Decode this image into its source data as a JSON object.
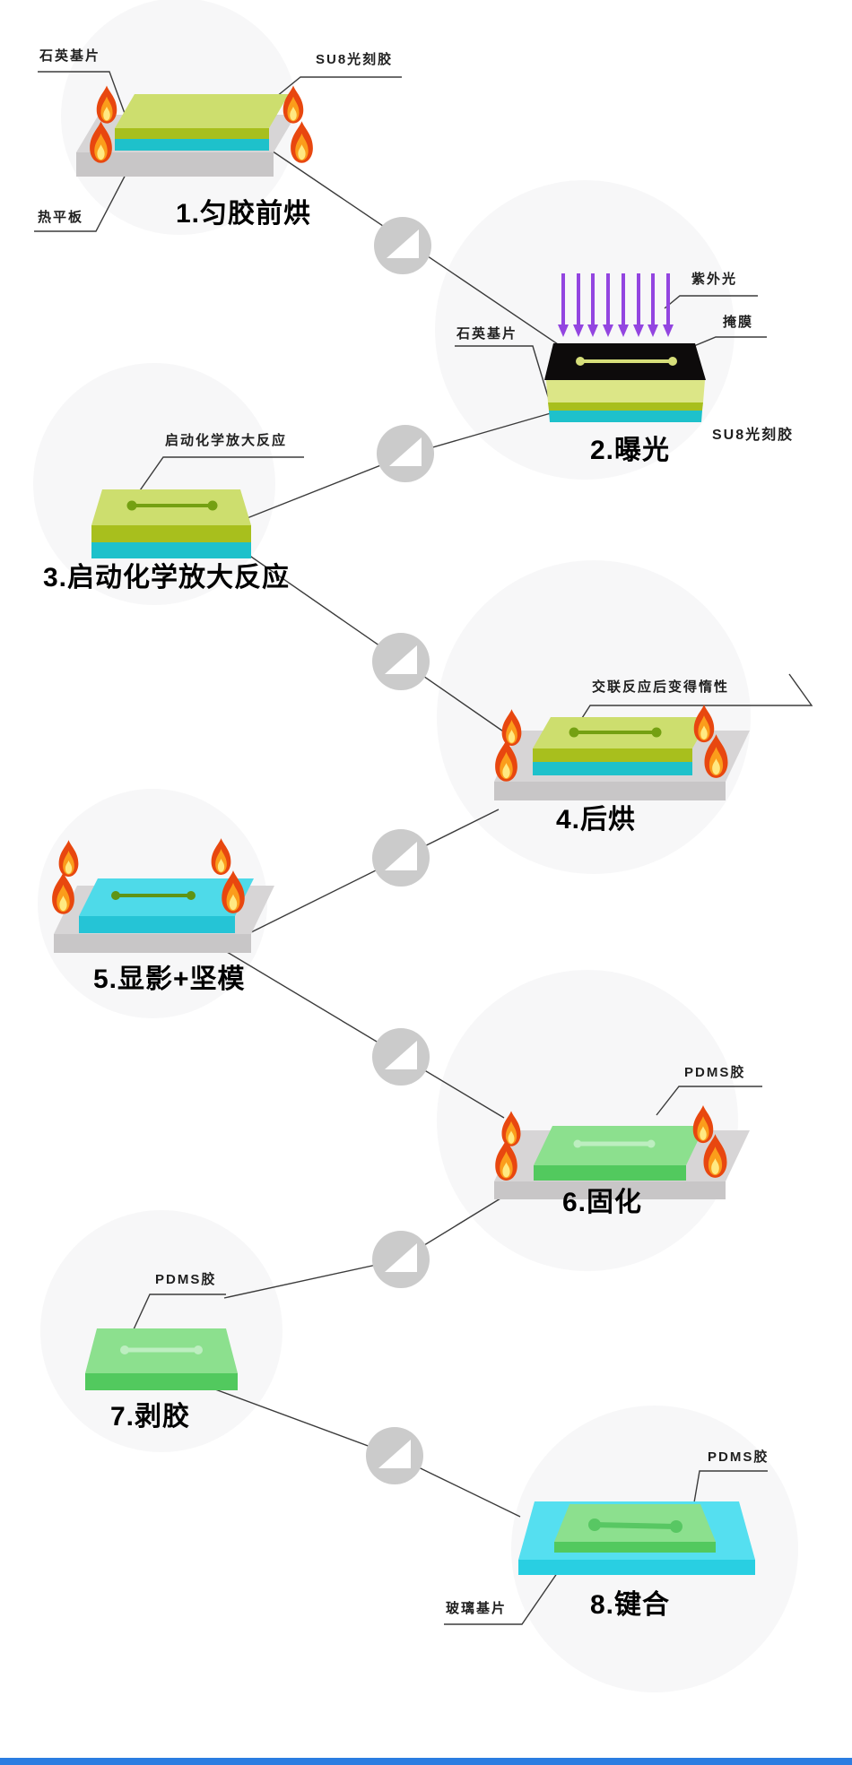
{
  "page": {
    "background": "#ffffff",
    "bottom_bar_color": "#2b7de1"
  },
  "colors": {
    "step_circle": "#f7f7f8",
    "connector_circle": "#cbcbcb",
    "connector_triangle": "#ffffff",
    "connector_triangle_edge": "#c5ecee",
    "line": "#3b3b3b",
    "plate_top": "#d7d5d6",
    "plate_front": "#c8c6c7",
    "su8_top": "#cdde6e",
    "su8_side": "#a8bf1d",
    "su8_exposed": "#dce687",
    "quartz": "#1ec1cb",
    "mask": "#0d0b0b",
    "mask_channel": "#d6de7a",
    "uv": "#9345e0",
    "channel_olive": "#74a012",
    "dev_top": "#4edae9",
    "dev_front": "#25c4d6",
    "dev_channel": "#5f9414",
    "pdms_top": "#8ce08e",
    "pdms_front": "#52c95e",
    "pdms_channel_light": "#bdeec0",
    "pdms_channel_dark": "#58c763",
    "glass_top": "#55dff0",
    "glass_front": "#29cfe2",
    "flame_outer": "#e8470f",
    "flame_mid": "#fb9d1b",
    "flame_core": "#ffe982"
  },
  "steps": [
    {
      "title": "1.匀胶前烘",
      "label_quartz": "石英基片",
      "label_su8": "SU8光刻胶",
      "label_hotplate": "热平板"
    },
    {
      "title": "2.曝光",
      "label_uv": "紫外光",
      "label_mask": "掩膜",
      "label_quartz": "石英基片",
      "label_su8": "SU8光刻胶"
    },
    {
      "title": "3.启动化学放大反应",
      "label_reaction": "启动化学放大反应"
    },
    {
      "title": "4.后烘",
      "label_inert": "交联反应后变得惰性"
    },
    {
      "title": "5.显影+坚模"
    },
    {
      "title": "6.固化",
      "label_pdms": "PDMS胶"
    },
    {
      "title": "7.剥胶",
      "label_pdms": "PDMS胶"
    },
    {
      "title": "8.键合",
      "label_pdms": "PDMS胶",
      "label_glass": "玻璃基片"
    }
  ]
}
